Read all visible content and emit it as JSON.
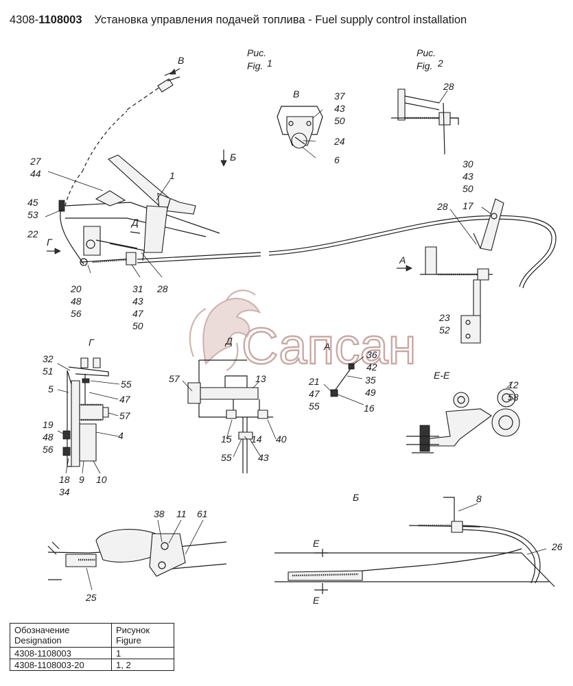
{
  "header": {
    "code_prefix": "4308-",
    "code_bold": "1108003",
    "title": "Установка управления подачей топлива  -  Fuel supply control installation"
  },
  "figures": {
    "fig1_ru": "Рис.",
    "fig1_en": "Fig.",
    "fig1_num": "1",
    "fig2_ru": "Рис.",
    "fig2_en": "Fig.",
    "fig2_num": "2"
  },
  "views": {
    "v_B_en": "B",
    "v_B_ru": "В",
    "v_Bsmall": "Б",
    "v_G": "Г",
    "v_D": "Д",
    "v_A": "A",
    "v_EE": "Е-Е",
    "v_E": "Е"
  },
  "callouts": {
    "c37_43_50": [
      "37",
      "43",
      "50"
    ],
    "c24": "24",
    "c6": "6",
    "c28a": "28",
    "c30_43_50": [
      "30",
      "43",
      "50"
    ],
    "c17": "17",
    "c28b": "28",
    "c23_52": [
      "23",
      "52"
    ],
    "c27_44": [
      "27",
      "44"
    ],
    "c1": "1",
    "c45_53": [
      "45",
      "53"
    ],
    "c22": "22",
    "c20_48_56": [
      "20",
      "48",
      "56"
    ],
    "c31_43_47_50": [
      "31",
      "43",
      "47",
      "50"
    ],
    "c28c": "28",
    "c32_51": [
      "32",
      "51"
    ],
    "c5": "5",
    "c55a": "55",
    "c47a": "47",
    "c57a": "57",
    "c4": "4",
    "c19_48_56": [
      "19",
      "48",
      "56"
    ],
    "c18_34": [
      "18",
      "34"
    ],
    "c9": "9",
    "c10": "10",
    "c57b": "57",
    "c13": "13",
    "c15": "15",
    "c14": "14",
    "c40": "40",
    "c55b": "55",
    "c43": "43",
    "c36_42": [
      "36",
      "42"
    ],
    "c35_49": [
      "35",
      "49"
    ],
    "c21_47_55": [
      "21",
      "47",
      "55"
    ],
    "c16": "16",
    "c12_58": [
      "12",
      "58"
    ],
    "c38": "38",
    "c11": "11",
    "c61": "61",
    "c25": "25",
    "c8": "8",
    "c26": "26"
  },
  "watermark": {
    "text": "Сапсан",
    "color": "#c8a8a4"
  },
  "legend": {
    "headers": [
      [
        "Обозначение",
        "Designation"
      ],
      [
        "Рисунок",
        "Figure"
      ]
    ],
    "rows": [
      [
        "4308-1108003",
        "1"
      ],
      [
        "4308-1108003-20",
        "1, 2"
      ]
    ]
  }
}
